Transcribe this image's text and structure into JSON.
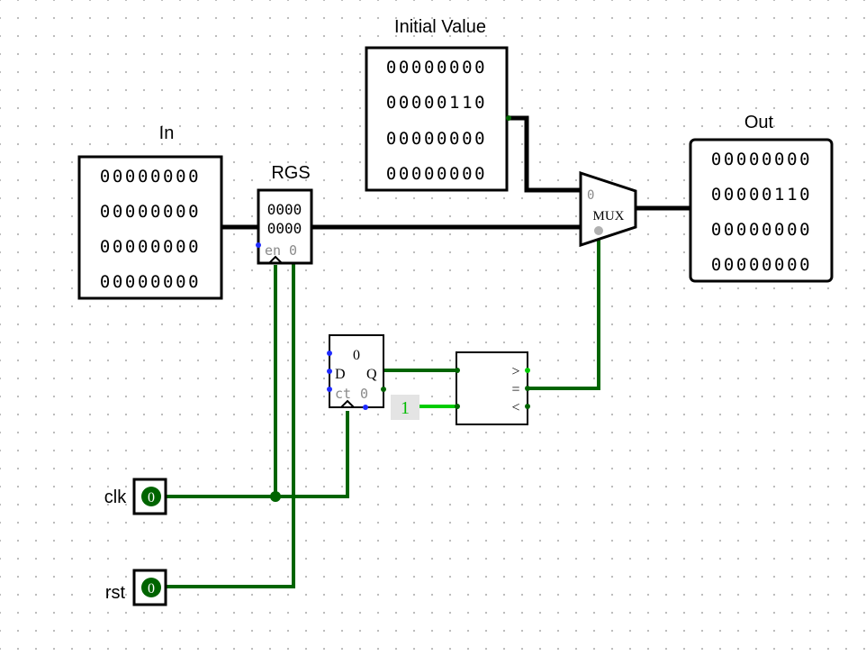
{
  "labels": {
    "initial_value": "Initial Value",
    "in": "In",
    "out": "Out",
    "rgs": "RGS",
    "clk": "clk",
    "rst": "rst",
    "mux": "MUX",
    "mux_sel0": "0",
    "reg_row1": "0000",
    "reg_row2": "0000",
    "reg_en": "en",
    "reg_en_val": "0",
    "ff_top": "0",
    "ff_d": "D",
    "ff_q": "Q",
    "ff_ct": "ct",
    "ff_ct_val": "0",
    "constant": "1",
    "cmp_gt": ">",
    "cmp_eq": "=",
    "cmp_lt": "<",
    "clk_value": "0",
    "rst_value": "0"
  },
  "displays": {
    "initial_value": [
      "00000000",
      "00000110",
      "00000000",
      "00000000"
    ],
    "in": [
      "00000000",
      "00000000",
      "00000000",
      "00000000"
    ],
    "out": [
      "00000000",
      "00000110",
      "00000000",
      "00000000"
    ]
  },
  "colors": {
    "wire_green": "#006400",
    "wire_bright": "#00cc00",
    "bus": "#000000",
    "pin_blue": "#1f2bff",
    "grid_dot": "#b5b5b5"
  }
}
